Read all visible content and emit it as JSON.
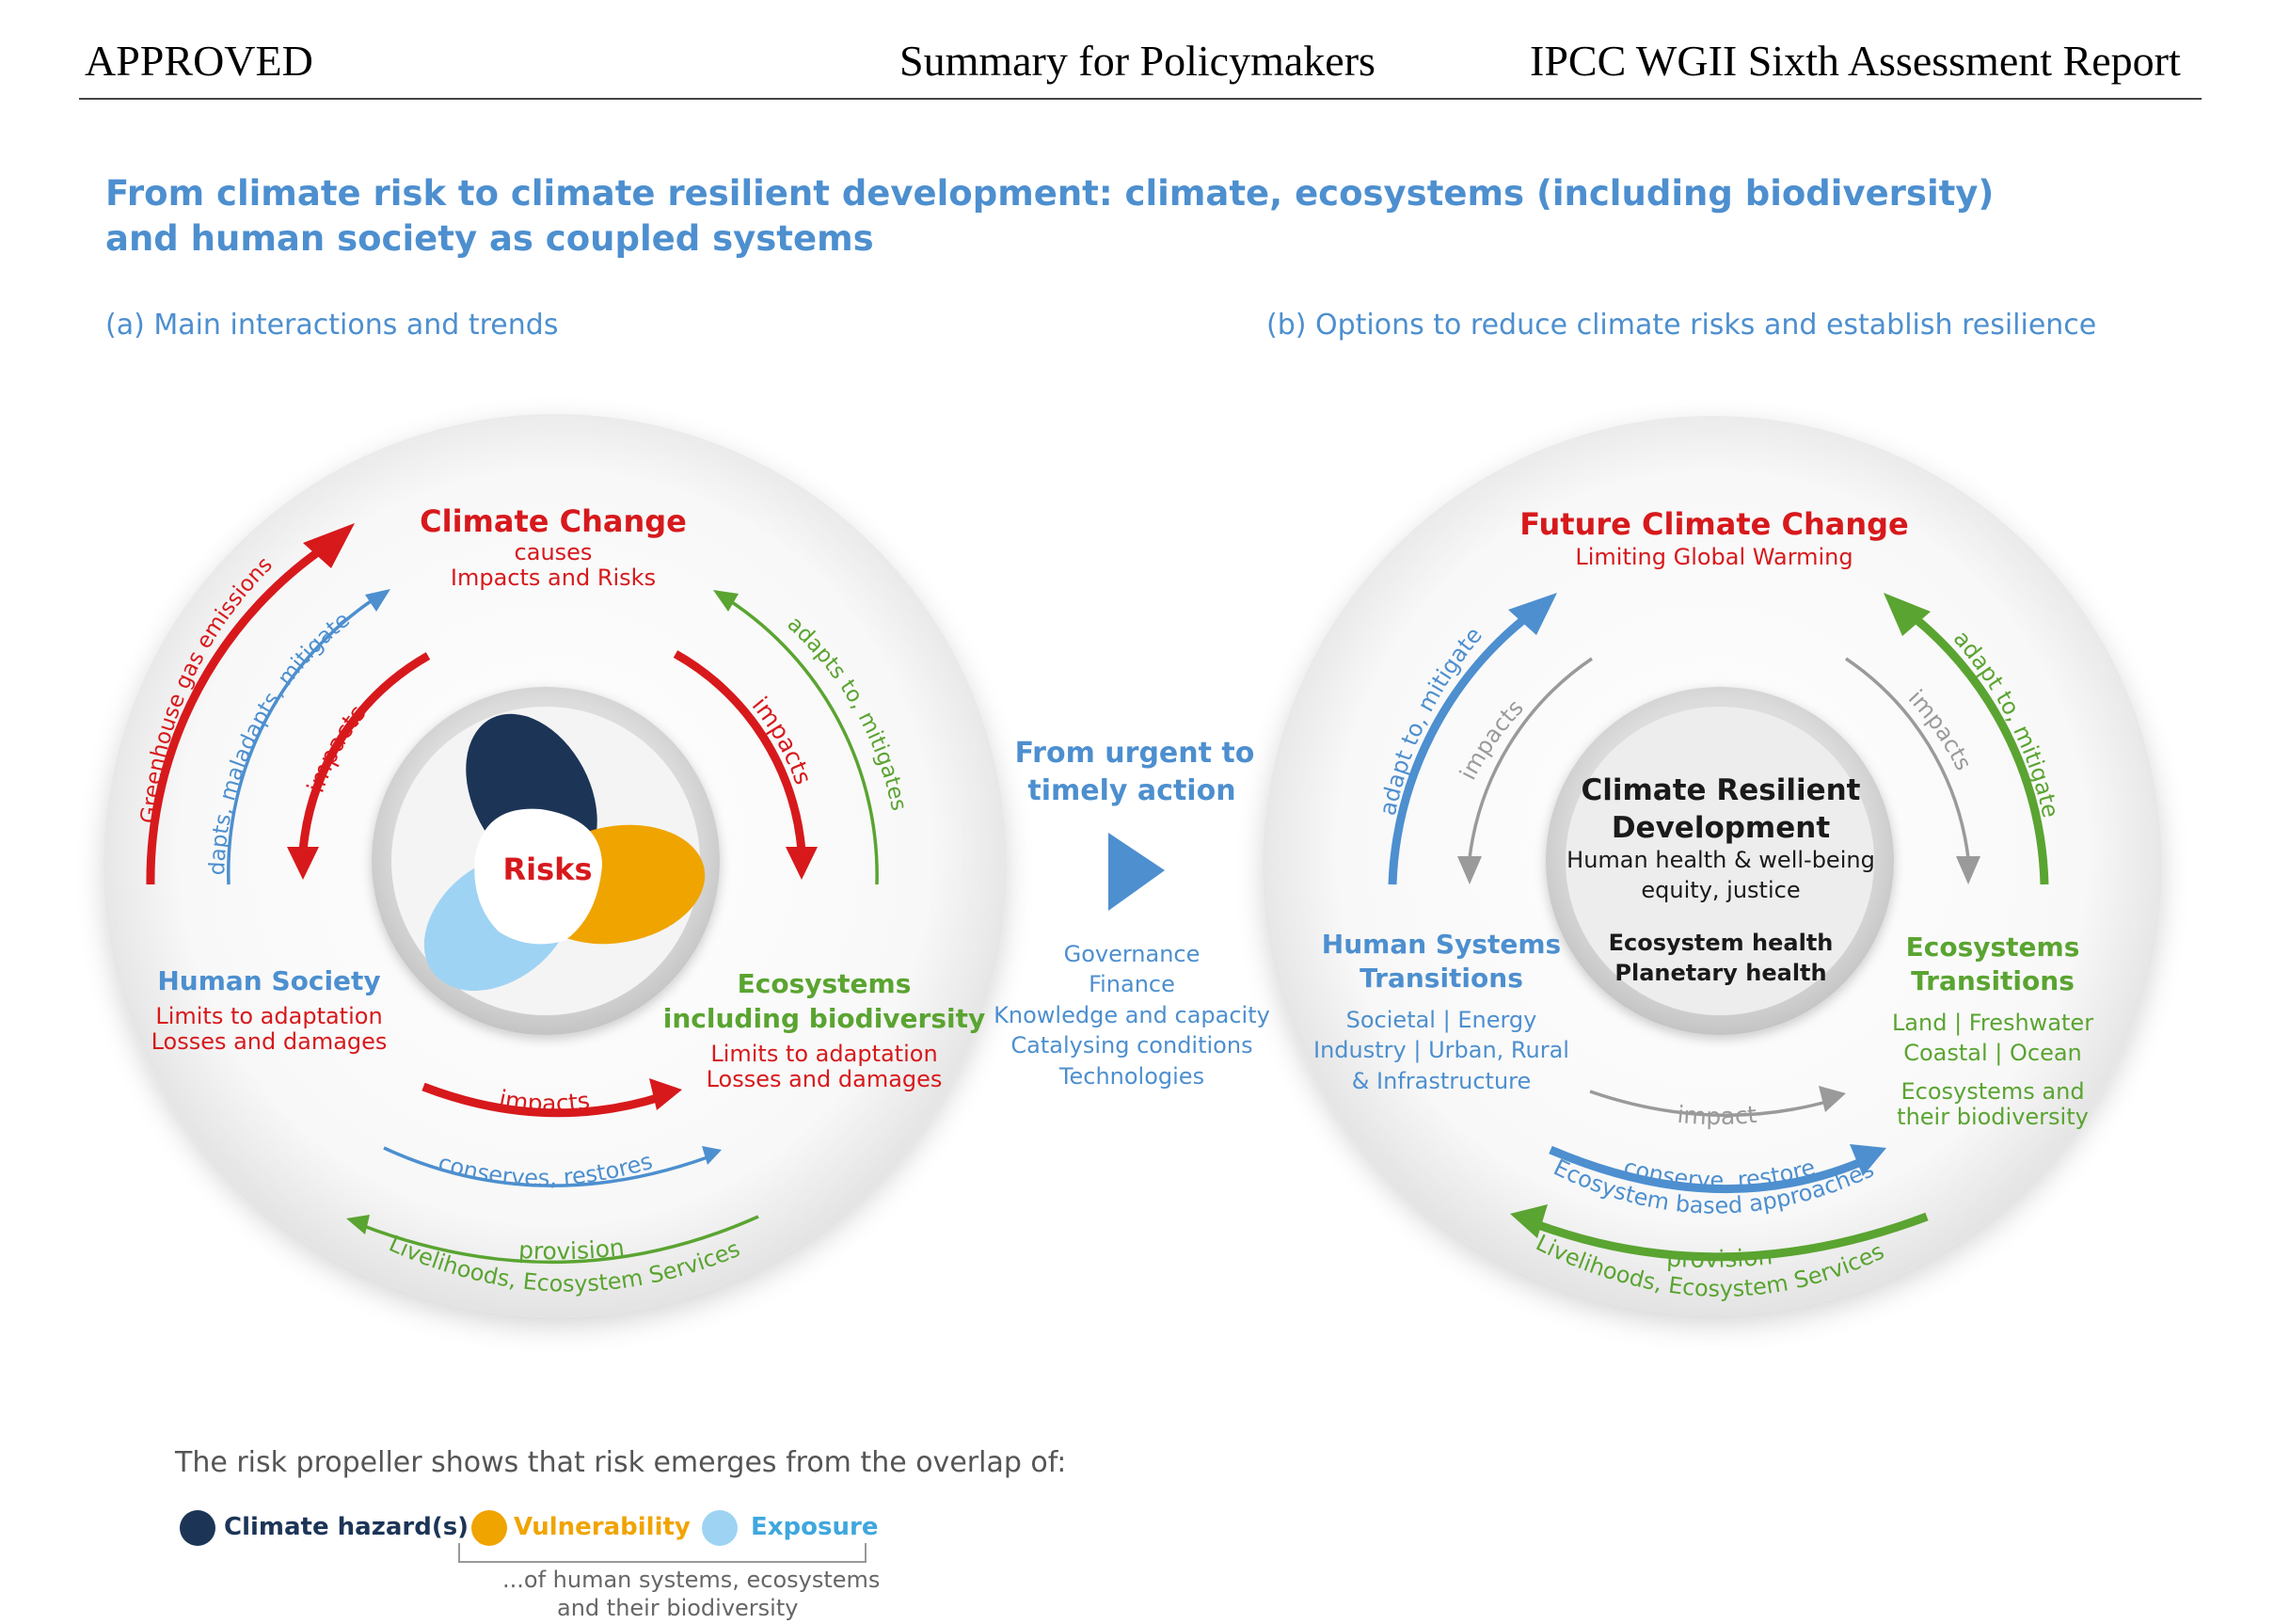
{
  "header": {
    "left": "APPROVED",
    "center": "Summary for Policymakers",
    "right": "IPCC WGII Sixth Assessment Report"
  },
  "title": {
    "line1": "From climate risk to climate resilient development: climate, ecosystems (including biodiversity)",
    "line2": "and human society as coupled systems"
  },
  "panel_a": {
    "label": "(a) Main interactions and trends",
    "climate_change": {
      "title": "Climate Change",
      "line1": "causes",
      "line2": "Impacts and Risks"
    },
    "human_society": {
      "title": "Human Society",
      "line1": "Limits to adaptation",
      "line2": "Losses and damages"
    },
    "ecosystems": {
      "title1": "Ecosystems",
      "title2": "including biodiversity",
      "line1": "Limits to adaptation",
      "line2": "Losses and damages"
    },
    "center": "Risks",
    "arrows": {
      "ghg": "Greenhouse gas emissions",
      "adapts": "adapts, maladapts, mitigates",
      "impacts_left": "impacts",
      "impacts_right": "impacts",
      "adapts_to": "adapts to, mitigates",
      "impacts_bottom": "impacts",
      "conserves": "conserves, restores",
      "provision": "provision",
      "livelihoods": "Livelihoods, Ecosystem Services"
    }
  },
  "middle": {
    "line1": "From urgent to",
    "line2": "timely action",
    "enablers": [
      "Governance",
      "Finance",
      "Knowledge and capacity",
      "Catalysing conditions",
      "Technologies"
    ]
  },
  "panel_b": {
    "label": "(b) Options to reduce climate risks and establish resilience",
    "future": {
      "title": "Future Climate Change",
      "line1": "Limiting Global Warming"
    },
    "center": {
      "title1": "Climate Resilient",
      "title2": "Development",
      "line1": "Human health & well-being",
      "line2": "equity, justice",
      "line3": "Ecosystem health",
      "line4": "Planetary health"
    },
    "human_systems": {
      "title1": "Human Systems",
      "title2": "Transitions",
      "line1": "Societal | Energy",
      "line2": "Industry | Urban, Rural",
      "line3": "& Infrastructure"
    },
    "ecosystems": {
      "title1": "Ecosystems",
      "title2": "Transitions",
      "line1": "Land | Freshwater",
      "line2": "Coastal | Ocean",
      "line3": "Ecosystems and",
      "line4": "their biodiversity"
    },
    "arrows": {
      "adapt_left": "adapt to, mitigate",
      "impacts_left": "impacts",
      "impacts_right": "impacts",
      "adapt_right": "adapt to, mitigate",
      "impact_bottom": "impact",
      "conserve": "conserve, restore",
      "eba": "Ecosystem based approaches",
      "provision": "provision",
      "livelihoods": "Livelihoods, Ecosystem Services"
    }
  },
  "legend": {
    "intro": "The risk propeller shows that risk emerges from the overlap of:",
    "hazard": "Climate hazard(s)",
    "vulnerability": "Vulnerability",
    "exposure": "Exposure",
    "note1": "...of human systems, ecosystems",
    "note2": "and their biodiversity"
  },
  "colors": {
    "red": "#d7191c",
    "blue": "#4d8fcf",
    "green": "#5aa431",
    "grey": "#9a9a9a",
    "navy": "#1c3557",
    "orange": "#f0a400",
    "light_blue": "#9fd3f3"
  }
}
